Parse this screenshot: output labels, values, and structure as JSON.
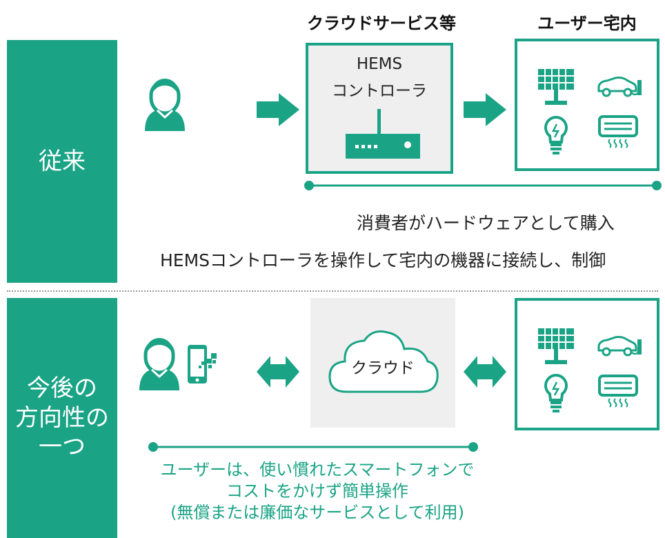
{
  "columns": {
    "cloud_service": "クラウドサービス等",
    "user_home": "ユーザー宅内"
  },
  "rows": {
    "current": {
      "label": "従来",
      "hems_title": "HEMS",
      "hems_subtitle": "コントローラ",
      "caption_purchase": "消費者がハードウェアとして購入",
      "caption_operation": "HEMSコントローラを操作して宅内の機器に接続し、制御"
    },
    "future": {
      "label_line1": "今後の",
      "label_line2": "方向性の",
      "label_line3": "一つ",
      "cloud_label": "クラウド",
      "caption_line1": "ユーザーは、使い慣れたスマートフォンで",
      "caption_line2": "コストをかけず簡単操作",
      "caption_line3": "(無償または廉価なサービスとして利用)"
    }
  },
  "colors": {
    "accent": "#1aa385",
    "box_bg": "#efefef",
    "divider": "#999999"
  },
  "icons": [
    "user-icon",
    "arrow-right-icon",
    "router-icon",
    "solar-panel-icon",
    "ev-charging-icon",
    "light-bulb-icon",
    "air-conditioner-icon",
    "smartphone-icon",
    "arrow-both-icon",
    "cloud-icon"
  ]
}
